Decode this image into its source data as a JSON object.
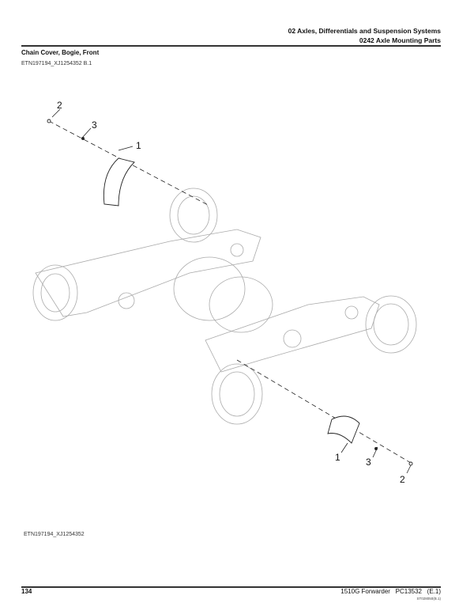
{
  "header": {
    "section": "02 Axles, Differentials and Suspension Systems",
    "group": "0242 Axle Mounting Parts"
  },
  "title": "Chain Cover, Bogie, Front",
  "illustration_ref_top": "ETN197194_XJ1254352 B.1",
  "illustration_ref_bottom": "ETN197194_XJ1254352",
  "callouts": {
    "c1a": "1",
    "c2a": "2",
    "c3a": "3",
    "c1b": "1",
    "c2b": "2",
    "c3b": "3"
  },
  "footer": {
    "page": "134",
    "publication": "1510G Forwarder   PC13532   (E.1)",
    "code": "ST028050(B.1)"
  }
}
